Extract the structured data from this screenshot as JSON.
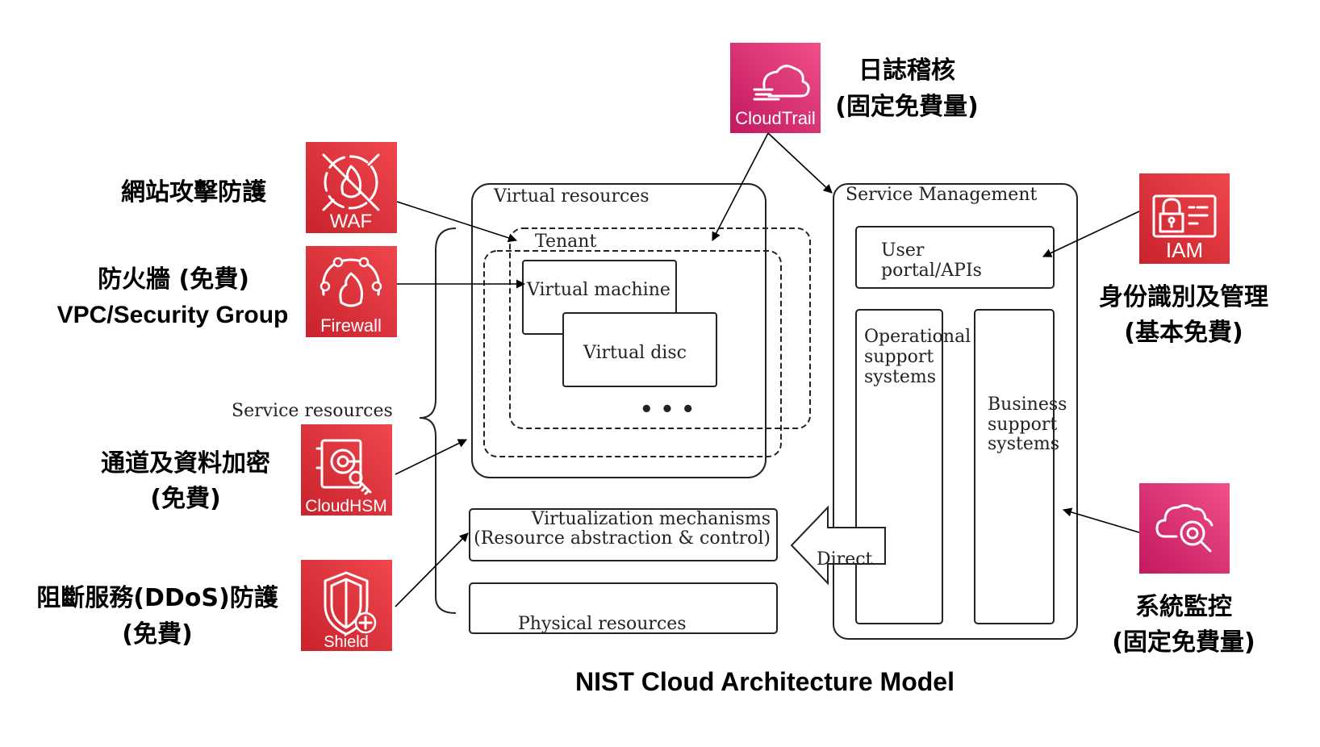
{
  "title": "NIST Cloud Architecture Model",
  "colors": {
    "aws_red_start": "#f0474e",
    "aws_red_end": "#c8222c",
    "aws_pink_start": "#f0508a",
    "aws_pink_end": "#c21860",
    "line": "#222222"
  },
  "nist": {
    "virtual_resources": "Virtual resources",
    "tenant": "Tenant",
    "virtual_machine": "Virtual machine",
    "virtual_disc": "Virtual disc",
    "ellipsis": "• • •",
    "service_resources": "Service resources",
    "virtualization_line1": "Virtualization mechanisms",
    "virtualization_line2": "(Resource abstraction & control)",
    "physical_resources": "Physical resources",
    "service_management": "Service Management",
    "user_portal_line1": "User",
    "user_portal_line2": "portal/APIs",
    "oss_line1": "Operational",
    "oss_line2": "support",
    "oss_line3": "systems",
    "bss_line1": "Business",
    "bss_line2": "support",
    "bss_line3": "systems",
    "direct": "Direct"
  },
  "services": {
    "waf": {
      "icon": "waf-icon",
      "icon_label": "WAF",
      "label_line1": "網站攻擊防護"
    },
    "firewall": {
      "icon": "firewall-icon",
      "icon_label": "Firewall",
      "label_line1": "防火牆 (免費)",
      "label_line2": "VPC/Security Group"
    },
    "cloudhsm": {
      "icon": "cloudhsm-icon",
      "icon_label": "CloudHSM",
      "label_line1": "通道及資料加密",
      "label_line2": "(免費)"
    },
    "shield": {
      "icon": "shield-icon",
      "icon_label": "Shield",
      "label_line1": "阻斷服務(DDoS)防護",
      "label_line2": "(免費)"
    },
    "cloudtrail": {
      "icon": "cloudtrail-icon",
      "icon_label": "CloudTrail",
      "label_line1": "日誌稽核",
      "label_line2": "(固定免費量)"
    },
    "iam": {
      "icon": "iam-icon",
      "icon_label": "IAM",
      "label_line1": "身份識別及管理",
      "label_line2": "(基本免費)"
    },
    "cloudwatch": {
      "icon": "cloudwatch-icon",
      "label_line1": "系統監控",
      "label_line2": "(固定免費量)"
    }
  }
}
